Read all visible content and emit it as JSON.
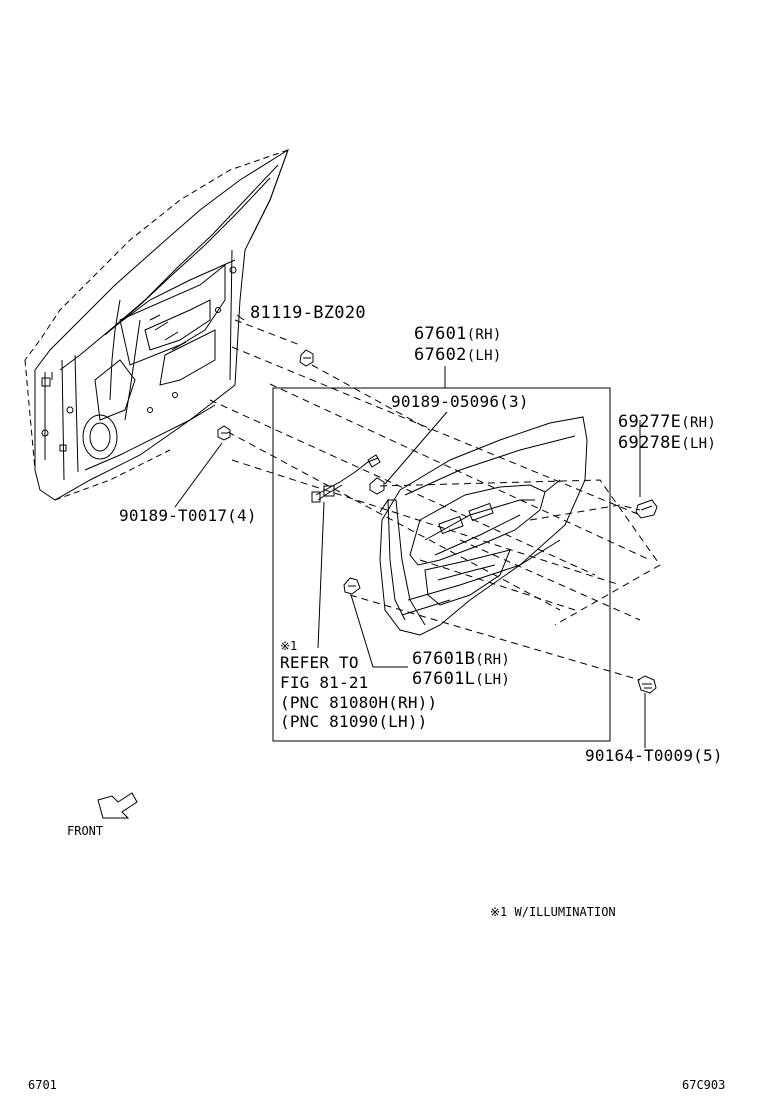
{
  "labels": {
    "p81119": "81119-BZ020",
    "p67601": "67601",
    "p67601_suffix": "(RH)",
    "p67602": "67602",
    "p67602_suffix": "(LH)",
    "p90189_05096": "90189-05096(3)",
    "p69277e": "69277E",
    "p69277e_suffix": "(RH)",
    "p69278e": "69278E",
    "p69278e_suffix": "(LH)",
    "p90189_t0017": "90189-T0017(4)",
    "note_mark": "※1",
    "refer_to": "REFER TO",
    "fig": "FIG 81-21",
    "pnc_rh": "(PNC 81080H(RH))",
    "pnc_lh": "(PNC 81090(LH))",
    "p67601b": "67601B",
    "p67601b_suffix": "(RH)",
    "p67601l": "67601L",
    "p67601l_suffix": "(LH)",
    "p90164_t0009": "90164-T0009(5)",
    "front": "FRONT",
    "illumination_note": "※1 W/ILLUMINATION",
    "page_left": "6701",
    "page_right": "67C903"
  }
}
